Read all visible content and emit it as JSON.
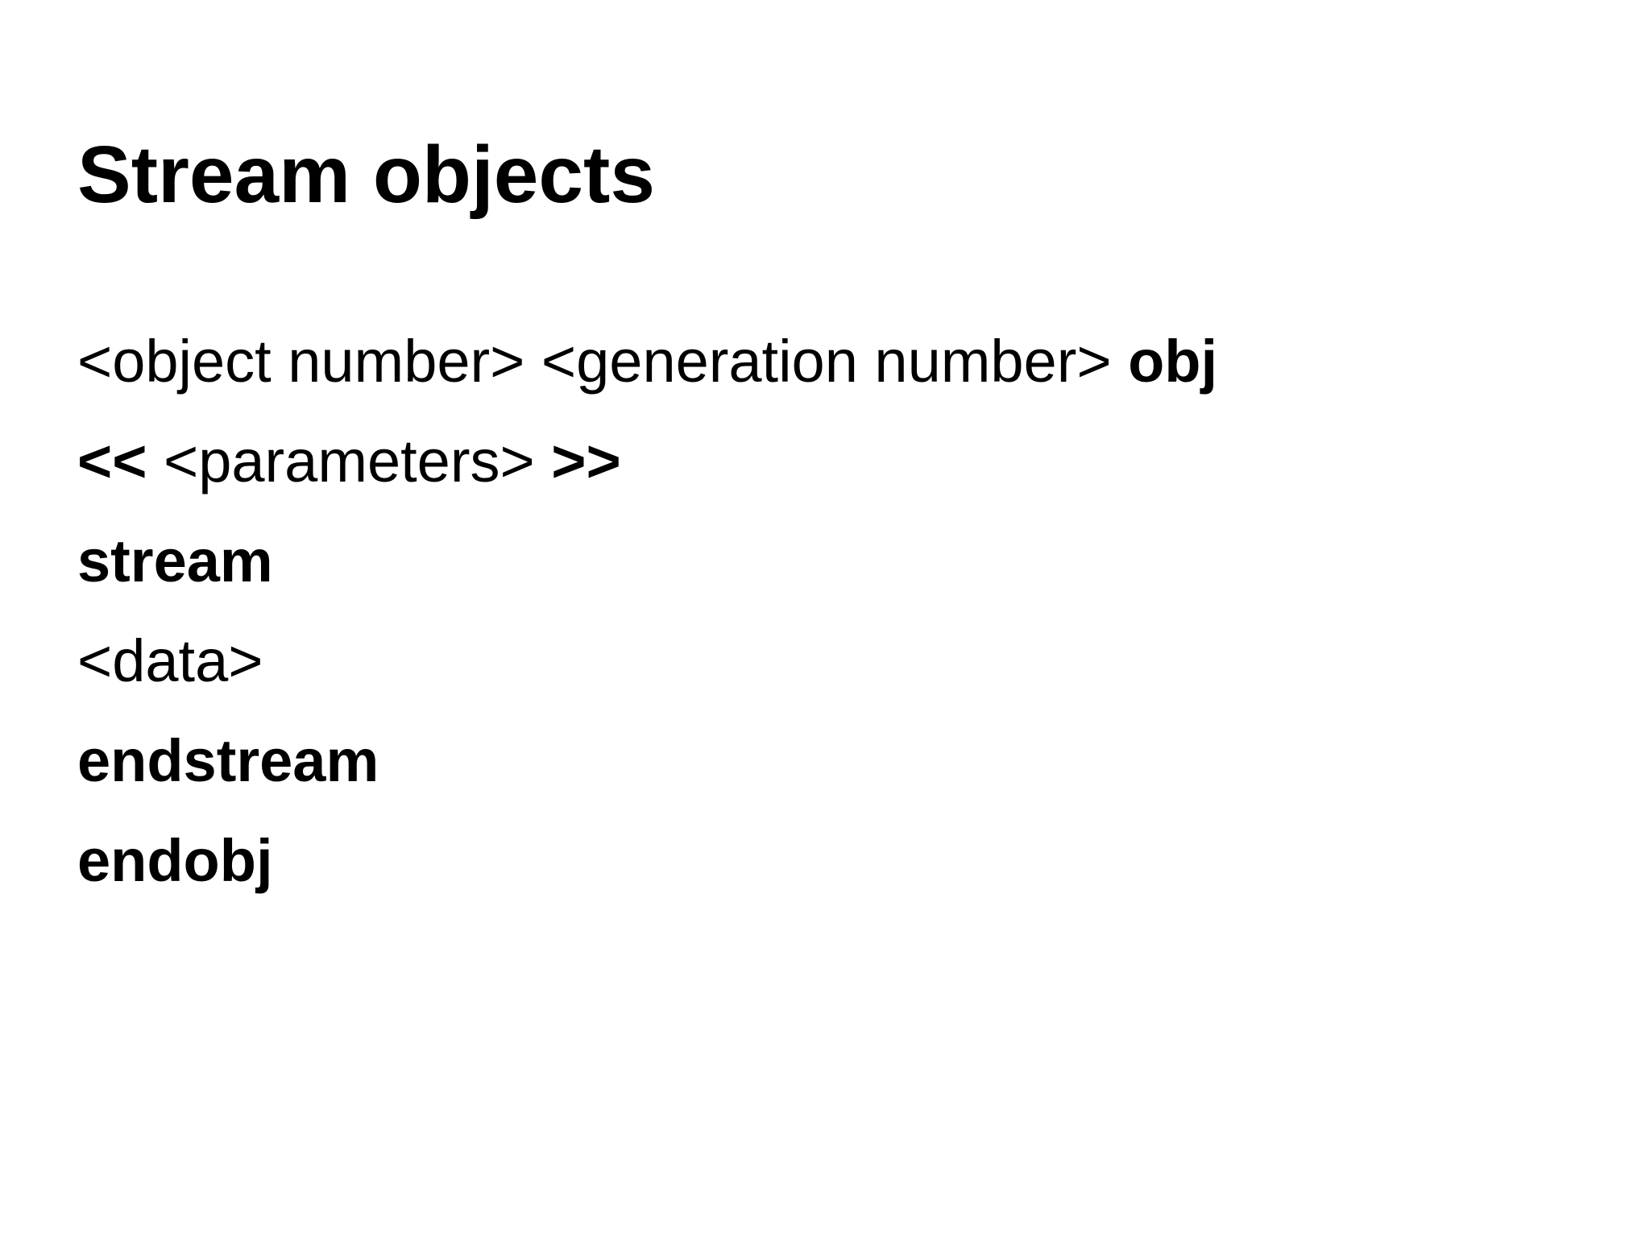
{
  "slide": {
    "title": "Stream objects",
    "background_color": "#ffffff",
    "text_color": "#000000",
    "lines": [
      {
        "segments": [
          {
            "text": "<object number> <generation number> ",
            "bold": false
          },
          {
            "text": "obj",
            "bold": true
          }
        ]
      },
      {
        "segments": [
          {
            "text": "<< ",
            "bold": true
          },
          {
            "text": "<parameters> ",
            "bold": false
          },
          {
            "text": ">>",
            "bold": true
          }
        ]
      },
      {
        "segments": [
          {
            "text": "stream",
            "bold": true
          }
        ]
      },
      {
        "segments": [
          {
            "text": "<data>",
            "bold": false
          }
        ]
      },
      {
        "segments": [
          {
            "text": "endstream",
            "bold": true
          }
        ]
      },
      {
        "segments": [
          {
            "text": "endobj",
            "bold": true
          }
        ]
      }
    ]
  }
}
